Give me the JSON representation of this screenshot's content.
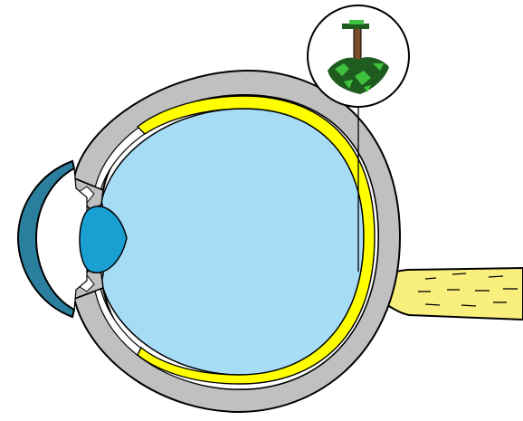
{
  "diagram": {
    "parts": [
      {
        "id": "sclera",
        "icon": "eye-sclera"
      },
      {
        "id": "choroid",
        "icon": "eye-choroid"
      },
      {
        "id": "retina",
        "icon": "eye-retina"
      },
      {
        "id": "vitreous",
        "icon": "eye-vitreous-body"
      },
      {
        "id": "cornea",
        "icon": "eye-cornea"
      },
      {
        "id": "lens",
        "icon": "eye-lens"
      },
      {
        "id": "ciliary",
        "icon": "eye-ciliary-body"
      },
      {
        "id": "optic-nerve",
        "icon": "optic-nerve"
      },
      {
        "id": "inverted-image",
        "icon": "inverted-tree-image"
      }
    ],
    "colors": {
      "sclera": "#c0c0c0",
      "outline": "#000000",
      "retina": "#ffff00",
      "vitreous": "#a6dcf6",
      "cornea": "#2b7f9e",
      "lens": "#1a9fd3",
      "nerve": "#f8ef7c",
      "tree_trunk": "#7a4e2b",
      "tree_leaves_dark": "#1f5c1f",
      "tree_leaves_light": "#3fc23f"
    }
  }
}
